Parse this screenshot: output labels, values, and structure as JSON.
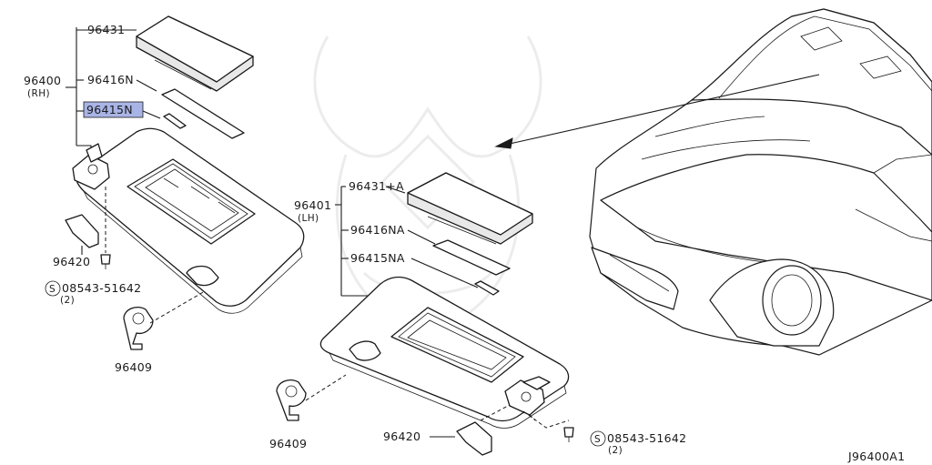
{
  "diagram_code": "J96400A1",
  "assemblies": {
    "rh": {
      "part_no": "96400",
      "side": "(RH)"
    },
    "lh": {
      "part_no": "96401",
      "side": "(LH)"
    }
  },
  "callouts": {
    "rh_mirror_cover": "96431",
    "rh_label": "96416N",
    "rh_pin": "96415N",
    "rh_bracket_cover": "96420",
    "rh_holder": "96409",
    "rh_screw": "08543-51642",
    "rh_screw_qty": "(2)",
    "lh_mirror_cover": "96431+A",
    "lh_label": "96416NA",
    "lh_pin": "96415NA",
    "lh_bracket_cover": "96420",
    "lh_holder": "96409",
    "lh_screw": "08543-51642",
    "lh_screw_qty": "(2)"
  },
  "screw_symbol": "S",
  "highlight": {
    "part_no": "96415N",
    "color": "#a9b4e6"
  }
}
